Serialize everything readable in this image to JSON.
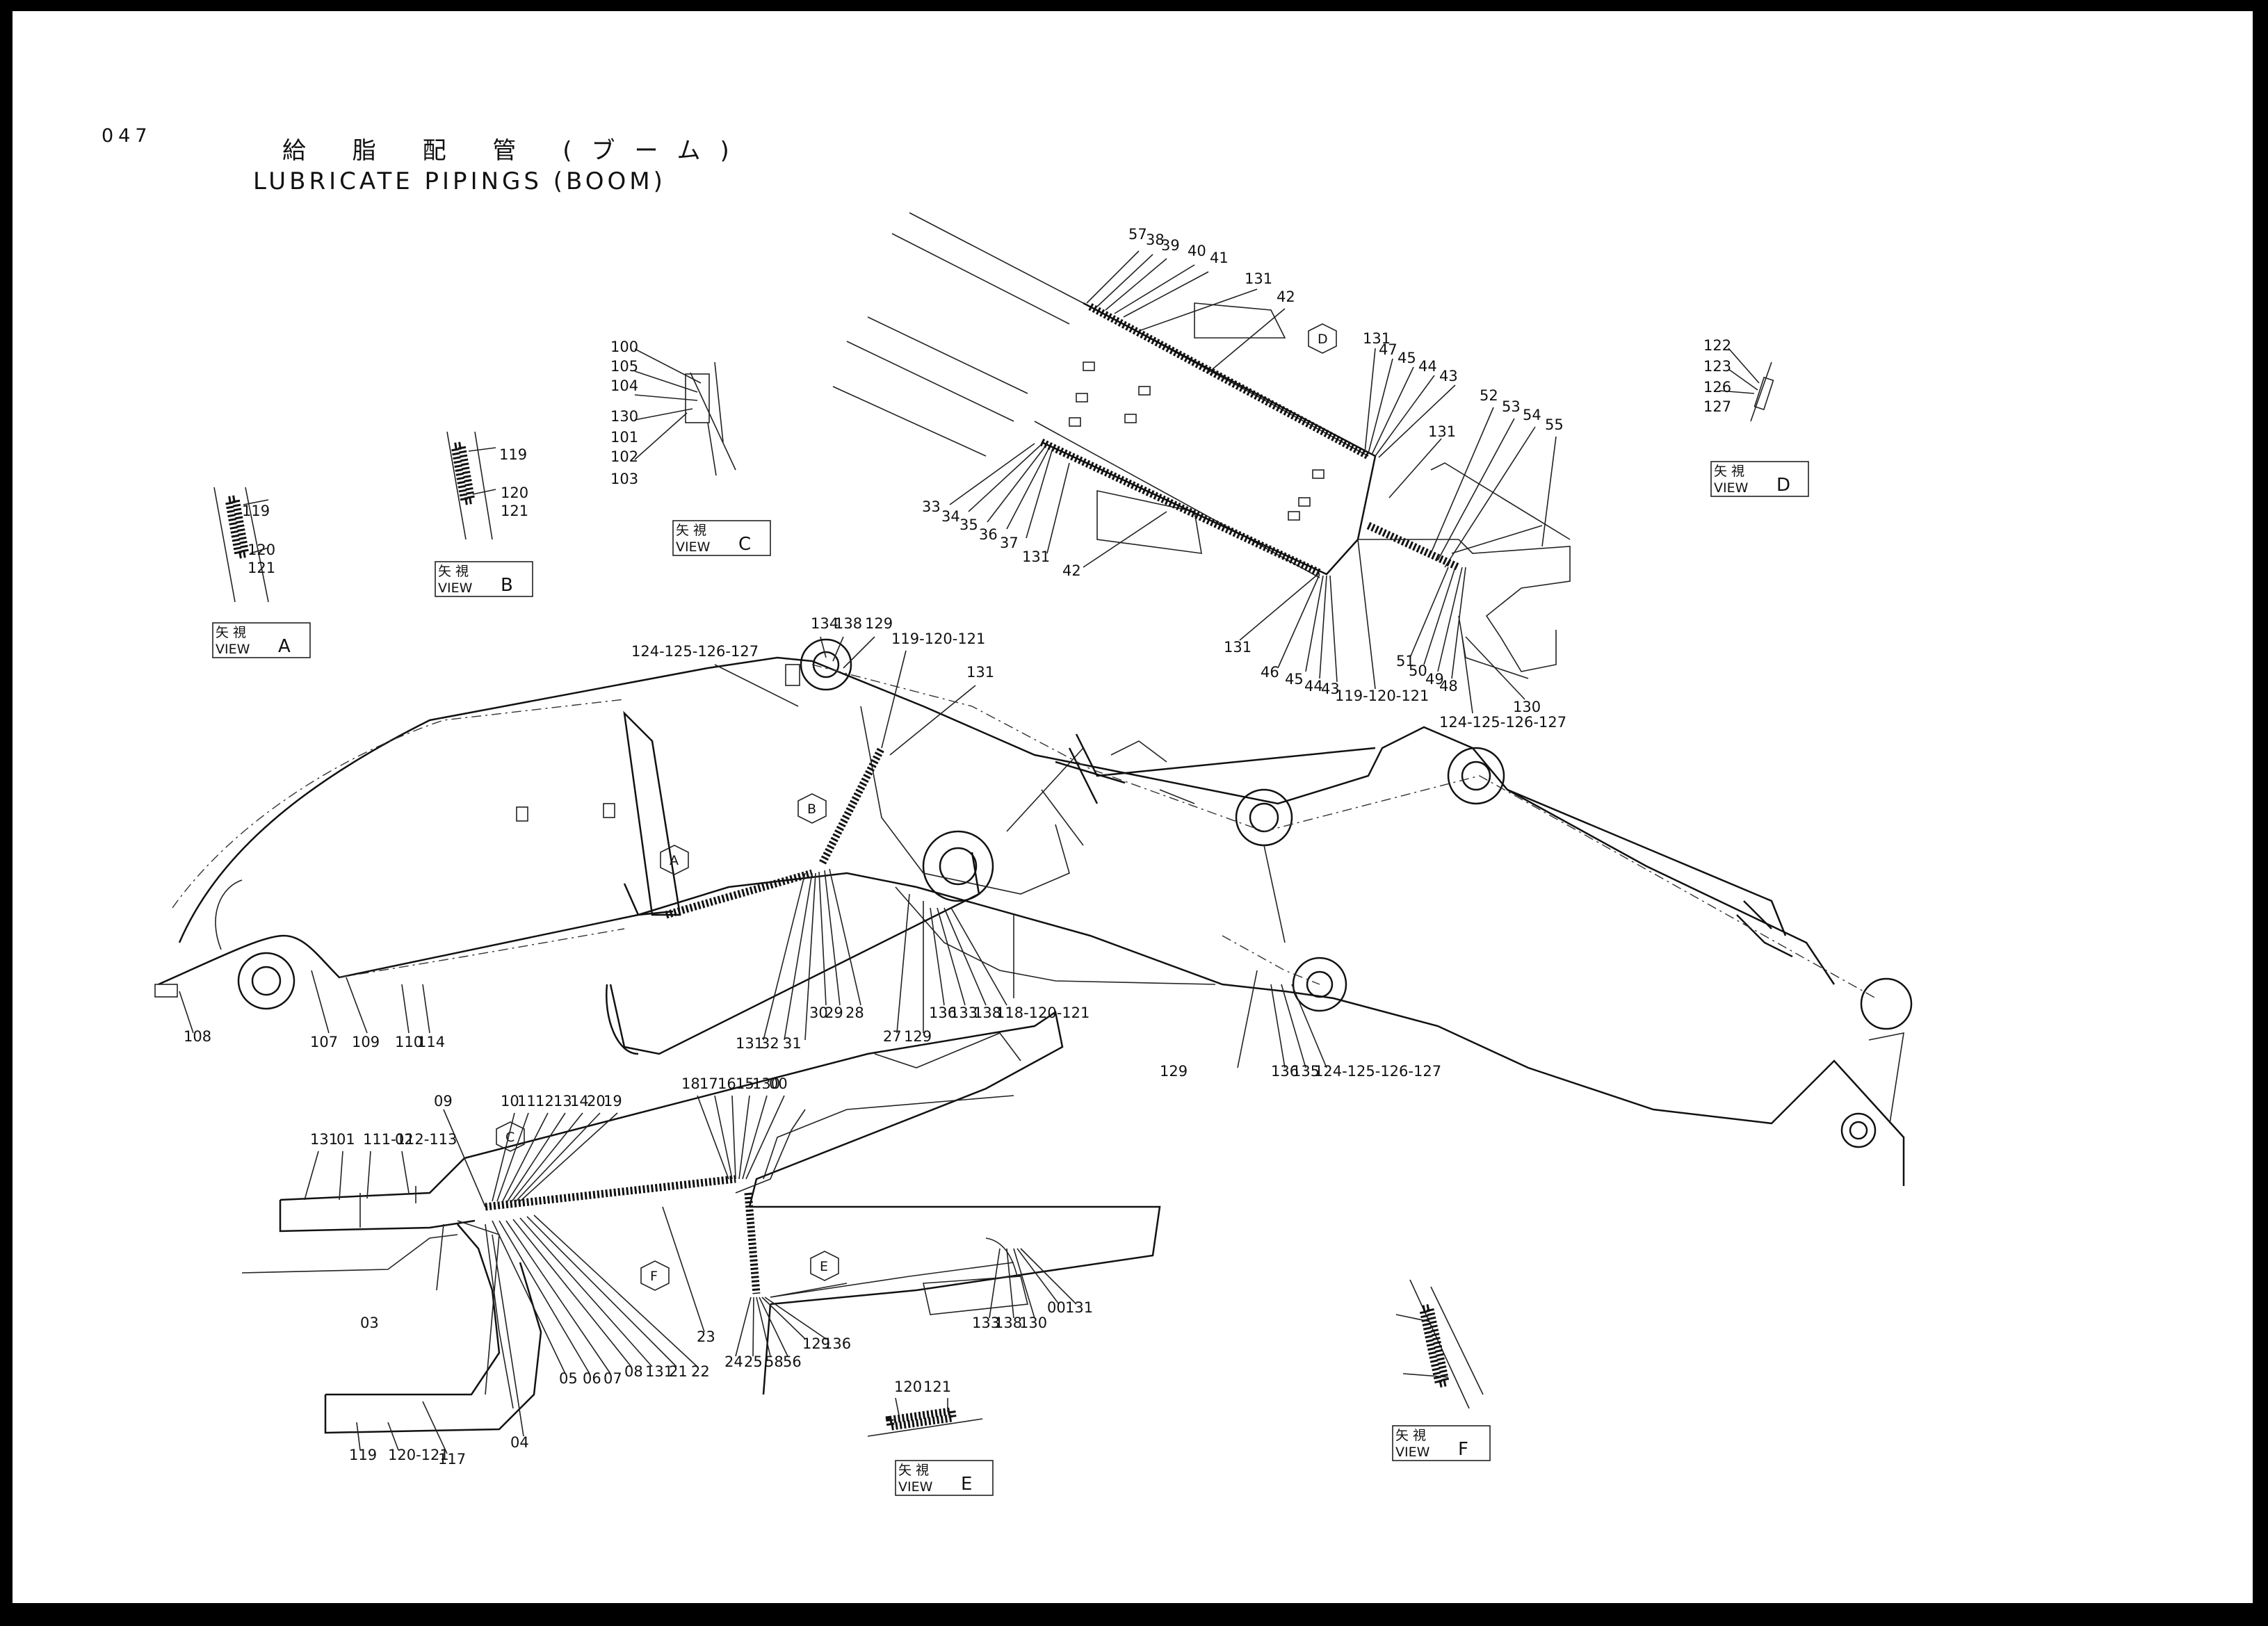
{
  "page": {
    "number": "047",
    "title_jp": "給 脂 配 管 (ブーム)",
    "title_en": "LUBRICATE PIPINGS (BOOM)"
  },
  "views": [
    {
      "id": "A",
      "jp": "矢 視",
      "en": "VIEW",
      "letter": "A"
    },
    {
      "id": "B",
      "jp": "矢 視",
      "en": "VIEW",
      "letter": "B"
    },
    {
      "id": "C",
      "jp": "矢 視",
      "en": "VIEW",
      "letter": "C"
    },
    {
      "id": "D",
      "jp": "矢 視",
      "en": "VIEW",
      "letter": "D"
    },
    {
      "id": "E",
      "jp": "矢 視",
      "en": "VIEW",
      "letter": "E"
    },
    {
      "id": "F",
      "jp": "矢 視",
      "en": "VIEW",
      "letter": "F"
    }
  ],
  "view_markers": [
    "A",
    "B",
    "C",
    "D",
    "E",
    "F"
  ],
  "labels": [
    "119",
    "120",
    "121",
    "119",
    "120",
    "121",
    "100",
    "105",
    "104",
    "130",
    "101",
    "102",
    "103",
    "122",
    "123",
    "126",
    "127",
    "57",
    "38",
    "39",
    "40",
    "41",
    "131",
    "42",
    "131",
    "47",
    "45",
    "44",
    "43",
    "52",
    "53",
    "54",
    "55",
    "131",
    "33",
    "34",
    "35",
    "36",
    "37",
    "131",
    "42",
    "131",
    "46",
    "45",
    "44",
    "43",
    "119-120-121",
    "51",
    "50",
    "49",
    "48",
    "130",
    "124-125-126-127",
    "134",
    "138",
    "129",
    "119-120-121",
    "124-125-126-127",
    "131",
    "108",
    "107",
    "109",
    "110",
    "114",
    "131",
    "32",
    "31",
    "30",
    "29",
    "28",
    "27",
    "129",
    "136",
    "133",
    "138",
    "118-120-121",
    "129",
    "136",
    "135",
    "124-125-126-127",
    "09",
    "10",
    "11",
    "12",
    "13",
    "14",
    "20",
    "19",
    "18",
    "17",
    "16",
    "15",
    "130",
    "00",
    "131",
    "01",
    "111-112-113",
    "02",
    "03",
    "04",
    "05",
    "06",
    "07",
    "08",
    "131",
    "21",
    "22",
    "23",
    "24",
    "25",
    "58",
    "56",
    "129",
    "136",
    "133",
    "138",
    "130",
    "00",
    "131",
    "119",
    "120-121",
    "117",
    "120",
    "121"
  ]
}
